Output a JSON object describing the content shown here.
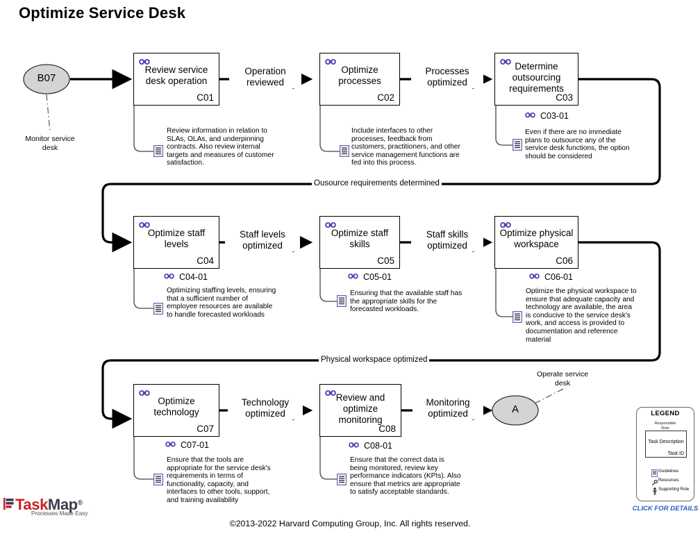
{
  "title": "Optimize Service Desk",
  "colors": {
    "accent_purple": "#4a3fb0",
    "connector_fill": "#d4d4d4",
    "legend_link": "#2258c8",
    "logo_red": "#cf2027",
    "logo_dark": "#3c3c4e"
  },
  "start_connector": {
    "label": "B07",
    "caption": "Monitor service\ndesk"
  },
  "end_connector": {
    "label": "A",
    "caption": "Operate service\ndesk"
  },
  "tasks": [
    {
      "id": "C01",
      "name": "Review service\ndesk operation",
      "role_icon": "chain-link-icon",
      "sub_id": "",
      "guideline_icon": "guidelines-doc-icon",
      "guideline": "Review information in relation to\nSLAs, OLAs, and underpinning\ncontracts. Also review internal\ntargets and measures of customer\nsatisfaction."
    },
    {
      "id": "C02",
      "name": "Optimize\nprocesses",
      "role_icon": "chain-link-icon",
      "sub_id": "",
      "guideline_icon": "guidelines-doc-icon",
      "guideline": "Include interfaces to other\nprocesses, feedback from\ncustomers, practitioners, and other\nservice management functions are\nfed into this process."
    },
    {
      "id": "C03",
      "name": "Determine\noutsourcing\nrequirements",
      "role_icon": "chain-link-icon",
      "sub_id": "C03-01",
      "guideline_icon": "guidelines-doc-icon",
      "guideline": "Even if there are no immediate\nplans to outsource any of the\nservice desk functions, the option\nshould be considered"
    },
    {
      "id": "C04",
      "name": "Optimize staff\nlevels",
      "role_icon": "chain-link-icon",
      "sub_id": "C04-01",
      "guideline_icon": "guidelines-doc-icon",
      "guideline": "Optimizing staffing levels, ensuring\nthat a sufficient number of\nemployee resources are available\nto handle forecasted workloads"
    },
    {
      "id": "C05",
      "name": "Optimize staff\nskills",
      "role_icon": "chain-link-icon",
      "sub_id": "C05-01",
      "guideline_icon": "guidelines-doc-icon",
      "guideline": "Ensuring that the available staff has\nthe appropriate skills for the\nforecasted workloads."
    },
    {
      "id": "C06",
      "name": "Optimize physical\nworkspace",
      "role_icon": "chain-link-icon",
      "sub_id": "C06-01",
      "guideline_icon": "guidelines-doc-icon",
      "guideline": "Optimize the physical workspace to\nensure that adequate capacity and\ntechnology are available, the area\nis conducive to the service desk's\nwork, and access is provided to\ndocumentation and reference\nmaterial"
    },
    {
      "id": "C07",
      "name": "Optimize\ntechnology",
      "role_icon": "chain-link-icon",
      "sub_id": "C07-01",
      "guideline_icon": "guidelines-doc-icon",
      "guideline": "Ensure that the tools are\nappropriate for the service desk's\nrequirements in terms of\nfunctionality, capacity, and\ninterfaces to other tools, support,\nand training availability"
    },
    {
      "id": "C08",
      "name": "Review and\noptimize\nmonitoring",
      "role_icon": "chain-link-icon",
      "sub_id": "C08-01",
      "guideline_icon": "guidelines-doc-icon",
      "guideline": "Ensure that the correct data is\nbeing monitored, review key\nperformance indicators (KPIs). Also\nensure that metrics are appropriate\nto satisfy acceptable standards."
    }
  ],
  "flows": [
    {
      "label": "Operation\nreviewed"
    },
    {
      "label": "Processes\noptimized"
    },
    {
      "label": "Staff levels\noptimized"
    },
    {
      "label": "Staff skills\noptimized"
    },
    {
      "label": "Technology\noptimized"
    },
    {
      "label": "Monitoring\noptimized"
    }
  ],
  "loops": [
    {
      "label": "Ousource requirements determined"
    },
    {
      "label": "Physical workspace optimized"
    }
  ],
  "legend": {
    "title": "LEGEND",
    "role": "Responsible\nRole",
    "description": "Task Description",
    "task_id": "Task ID",
    "items": [
      {
        "icon": "guidelines-doc-icon",
        "label": "Guidelines"
      },
      {
        "icon": "resources-wrench-icon",
        "label": "Resources"
      },
      {
        "icon": "supporting-role-person-icon",
        "label": "Supporting Role"
      }
    ],
    "click_for_details": "CLICK FOR DETAILS"
  },
  "footer": {
    "copyright": "©2013-2022 Harvard Computing Group, Inc.  All rights reserved.",
    "logo_task": "Task",
    "logo_map": "Map",
    "logo_reg": "®",
    "logo_tagline": "Processes Made Easy"
  }
}
